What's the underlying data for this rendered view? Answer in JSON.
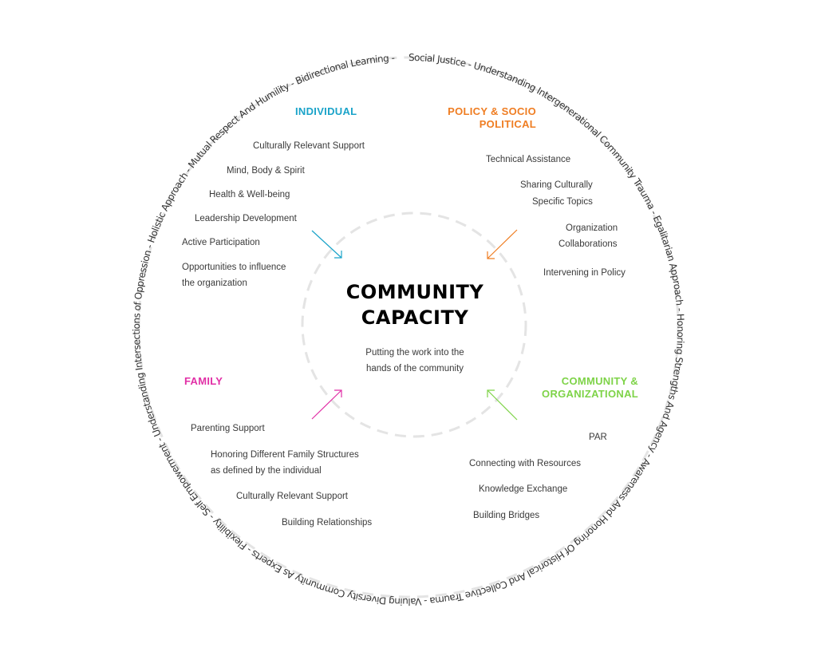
{
  "colors": {
    "individual": "#1aa3c9",
    "policy": "#ef7d22",
    "family": "#e12fa6",
    "community": "#7ed348",
    "dash": "#e4e4e4"
  },
  "ring_text": "Social Justice - Understanding Intergenerational Community Trauma - Egalitarian Approach - Honoring Strengths And Agency - Awareness And Honoring Of Historical And Collective Trauma - Valuing Diversity Community As Experts - Flexibility - Self Empowerment - Understanding Intersections of Oppression - Holistic Approach - Mutual Respect And Humility - Bidirectional Learning - ",
  "center": {
    "title_line1": "COMMUNITY",
    "title_line2": "CAPACITY",
    "subtitle_line1": "Putting the work into the",
    "subtitle_line2": "hands of the community"
  },
  "individual": {
    "heading": "INDIVIDUAL",
    "items": [
      "Culturally Relevant Support",
      "Mind, Body & Spirit",
      "Health & Well-being",
      "Leadership Development",
      "Active Participation",
      "Opportunities to influence",
      "the organization"
    ]
  },
  "policy": {
    "heading_line1": "POLICY & SOCIO",
    "heading_line2": "POLITICAL",
    "items": [
      "Technical Assistance",
      "Sharing Culturally",
      "Specific Topics",
      "Organization",
      "Collaborations",
      "Intervening in Policy"
    ]
  },
  "family": {
    "heading": "FAMILY",
    "items": [
      "Parenting Support",
      "Honoring Different Family Structures",
      "as defined by the individual",
      "Culturally Relevant Support",
      "Building Relationships"
    ]
  },
  "community": {
    "heading_line1": "COMMUNITY &",
    "heading_line2": "ORGANIZATIONAL",
    "items": [
      "PAR",
      "Connecting with Resources",
      "Knowledge Exchange",
      "Building Bridges"
    ]
  }
}
